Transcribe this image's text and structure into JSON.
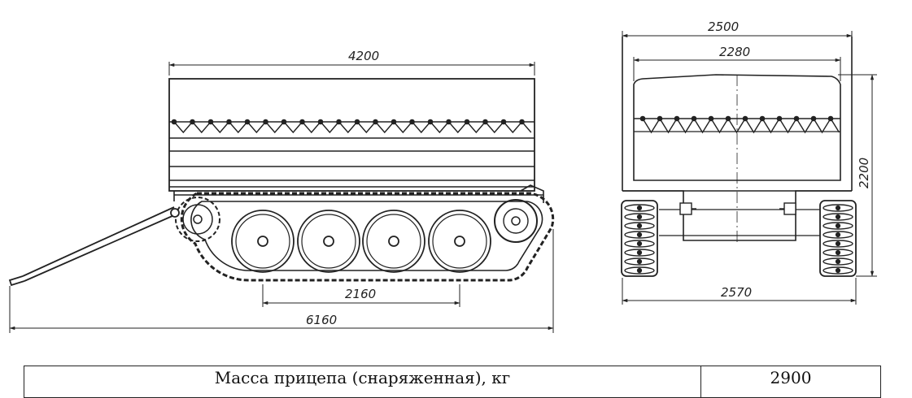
{
  "dimensions": {
    "side_overall_length": "6160",
    "side_body_length": "4200",
    "side_wheelbase": "2160",
    "front_overall_width": "2500",
    "front_body_width": "2280",
    "front_height": "2200",
    "front_track_width": "2570"
  },
  "spec_table": {
    "rows": [
      {
        "label": "Масса прицепа (снаряженная), кг",
        "value": "2900"
      }
    ]
  },
  "colors": {
    "line": "#222222",
    "background": "#ffffff"
  }
}
